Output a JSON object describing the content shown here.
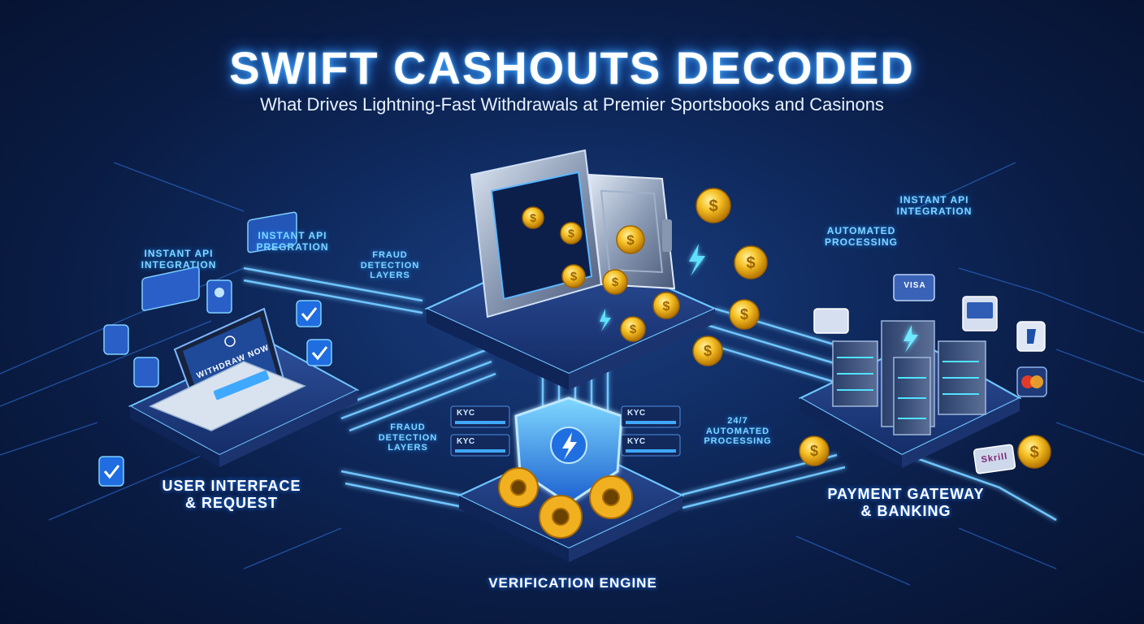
{
  "title": "SWIFT CASHOUTS DECODED",
  "subtitle": "What Drives Lightning-Fast Withdrawals at Premier Sportsbooks and Casinons",
  "callouts": {
    "instant_api_left": "INSTANT API\nINTEGRATION",
    "instant_api_pregration": "INSTANT API\nPREGRATION",
    "fraud_top": "FRAUD\nDETECTION\nLAYERS",
    "instant_api_right": "INSTANT API\nINTEGRATION",
    "automated_right": "AUTOMATED\nPROCESSING",
    "fraud_mid": "FRAUD\nDETECTION\nLAYERS",
    "automated_mid": "24/7\nAUTOMATED\nPROCESSING"
  },
  "kyc_labels": [
    "KYC",
    "KYC",
    "KYC",
    "KYC"
  ],
  "laptop": {
    "button_text": "WITHDRAW NOW",
    "info_icon": "info-icon"
  },
  "sections": {
    "user_interface": "USER INTERFACE\n& REQUEST",
    "verification": "VERIFICATION ENGINE",
    "payment": "PAYMENT GATEWAY\n& BANKING"
  },
  "cards": {
    "visa": "VISA",
    "skrill": "Skrill"
  },
  "colors": {
    "background": "#0a1c44",
    "glow": "#3fa8ff",
    "coin": "#f2b21a",
    "accent_cyan": "#49d3ff"
  }
}
